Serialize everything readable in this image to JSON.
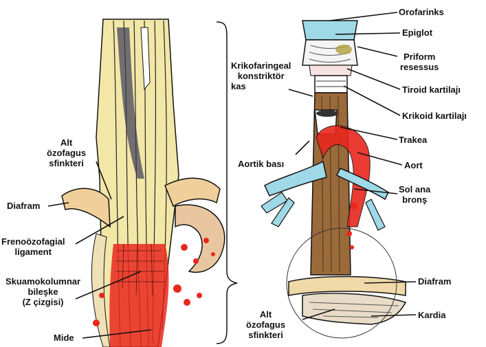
{
  "labels": {
    "left": {
      "alt_ozofagus_sfinkteri": [
        "Alt",
        "özofagus",
        "sfinkteri"
      ],
      "diafram": "Diafram",
      "frenoozofagial": [
        "Frenoözofagial",
        "ligament"
      ],
      "skuamokolumnar": [
        "Skuamokolumnar",
        "bileşke",
        "(Z çizgisi)"
      ],
      "mide": "Mide"
    },
    "middle": {
      "krikofaringeal": [
        "Krikofaringeal",
        "konstriktör",
        "kas"
      ],
      "aortik_basi": "Aortik bası",
      "alt_ozofagus_sfinkteri": [
        "Alt",
        "özofagus",
        "sfinkteri"
      ]
    },
    "right": {
      "orofarinks": "Orofarinks",
      "epiglot": "Epiglot",
      "priform": [
        "Priform",
        "resessus"
      ],
      "tiroid": "Tiroid kartilajı",
      "krikoid": "Krikoid kartilajı",
      "trakea": "Trakea",
      "aort": "Aort",
      "sol_ana_brons": [
        "Sol ana",
        "bronş"
      ],
      "diafram": "Diafram",
      "kardia": "Kardia"
    }
  },
  "colors": {
    "muscle_brown": "#9b6a3a",
    "mucosa_red": "#e8281e",
    "cartilage_cyan": "#9fd8e6",
    "fat_yellow": "#f2e27a",
    "outline": "#111111"
  }
}
